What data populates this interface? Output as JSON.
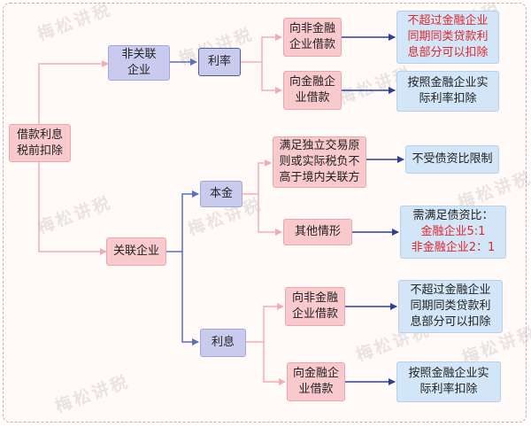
{
  "watermark": "梅松讲税",
  "colors": {
    "line_pink": "#f0aeb3",
    "line_blue": "#5a6fc0",
    "line_navy": "#2e3f9a",
    "highlight_red": "#e0262a"
  },
  "nodes": {
    "root": [
      "借款利息",
      "税前扣除"
    ],
    "non_related": [
      "非关联",
      "企业"
    ],
    "non_related_rate": "利率",
    "nr_to_nonfin": [
      "向非金融",
      "企业借款"
    ],
    "nr_nonfin_rule": [
      "不超过金融企业",
      "同期同类贷款利",
      "息部分可以扣除"
    ],
    "nr_to_fin": [
      "向金融企",
      "业借款"
    ],
    "nr_fin_rule": [
      "按照金融企业实",
      "际利率扣除"
    ],
    "related": "关联企业",
    "principal": "本金",
    "arm_length": [
      "满足独立交易原",
      "则或实际税负不",
      "高于境内关联方"
    ],
    "arm_length_rule": "不受债资比限制",
    "other_case": "其他情形",
    "debt_ratio_title": "需满足债资比：",
    "debt_ratio_fin": "金融企业5:1",
    "debt_ratio_nonfin": "非金融企业2：1",
    "interest": "利息",
    "int_to_nonfin": [
      "向非金融",
      "企业借款"
    ],
    "int_nonfin_rule": [
      "不超过金融企业",
      "同期同类贷款利",
      "息部分可以扣除"
    ],
    "int_to_fin": [
      "向金融企",
      "业借款"
    ],
    "int_fin_rule": [
      "按照金融企业实",
      "际利率扣除"
    ]
  }
}
